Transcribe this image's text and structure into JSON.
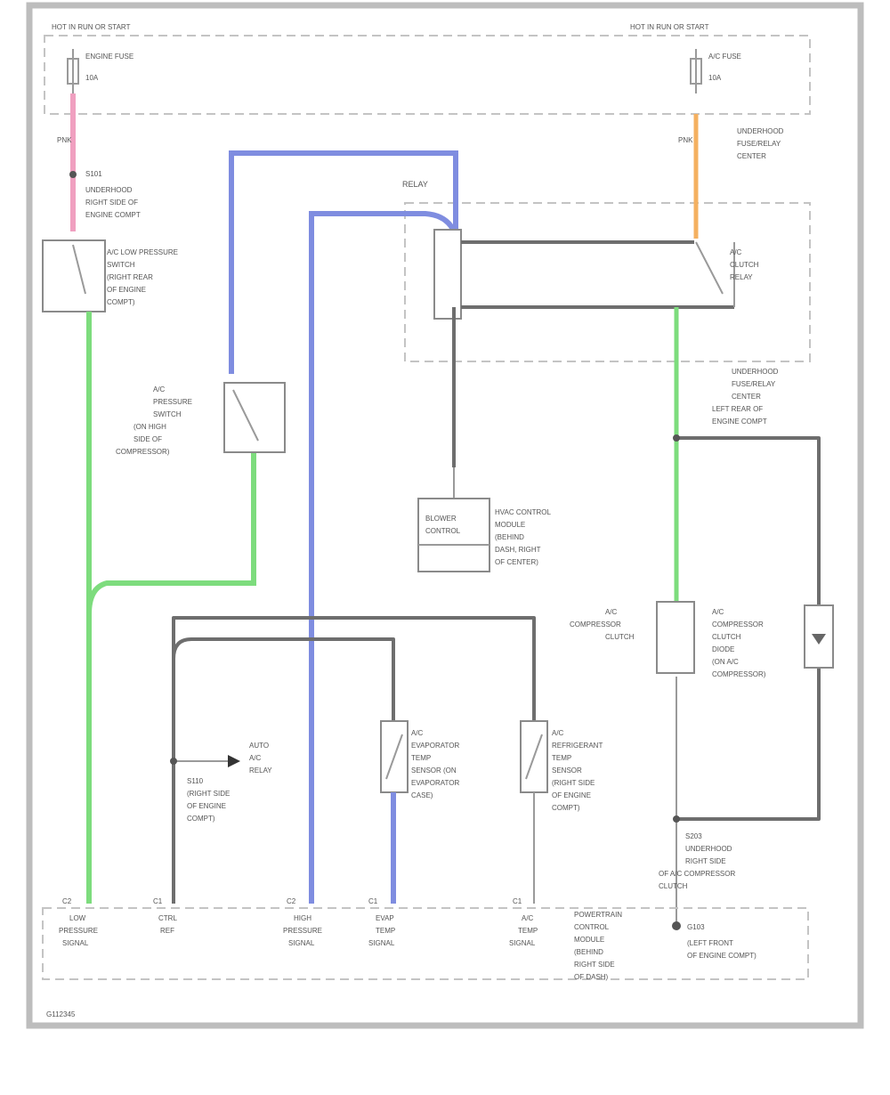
{
  "colors": {
    "frame": "#bdbdbd",
    "wire_gray": "#6e6e6e",
    "wire_green": "#7ddc7d",
    "wire_blue": "#7f8de0",
    "wire_pink": "#f0a0c0",
    "wire_orange": "#f4b060",
    "text": "#555555"
  },
  "header": {
    "left_box": "HOT IN RUN OR START",
    "right_box": "HOT IN RUN OR START"
  },
  "fuses": {
    "left": {
      "name": "ENGINE FUSE",
      "rating": "10A"
    },
    "right": {
      "name": "A/C FUSE",
      "rating": "10A"
    }
  },
  "wire_labels": {
    "pink": "PNK",
    "orange_top": "PNK",
    "orange_desc": [
      "UNDERHOOD",
      "FUSE/RELAY",
      "CENTER"
    ]
  },
  "splices": {
    "top_left": {
      "id": "S101",
      "desc": [
        "UNDERHOOD",
        "RIGHT SIDE OF",
        "ENGINE COMPT"
      ]
    },
    "top_right_desc": [
      "UNDERHOOD",
      "FUSE/RELAY",
      "CENTER",
      "LEFT REAR OF",
      "ENGINE COMPT"
    ]
  },
  "components": {
    "low_pressure_switch": [
      "A/C LOW PRESSURE",
      "SWITCH",
      "(RIGHT REAR",
      "OF ENGINE",
      "COMPT)"
    ],
    "high_pressure_switch": [
      "A/C",
      "PRESSURE",
      "SWITCH",
      "(ON HIGH",
      "SIDE OF",
      "COMPRESSOR)"
    ],
    "relay_label": "RELAY",
    "relay_right": [
      "A/C",
      "CLUTCH",
      "RELAY"
    ],
    "blower_control": [
      "BLOWER",
      "CONTROL"
    ],
    "blower_control_desc": [
      "HVAC CONTROL",
      "MODULE",
      "(BEHIND",
      "DASH, RIGHT",
      "OF CENTER)"
    ],
    "compressor_clutch": [
      "A/C",
      "COMPRESSOR",
      "CLUTCH"
    ],
    "clutch_diode": [
      "A/C",
      "COMPRESSOR",
      "CLUTCH",
      "DIODE",
      "(ON A/C",
      "COMPRESSOR)"
    ],
    "splice_s203": [
      "S203",
      "UNDERHOOD",
      "RIGHT SIDE",
      "OF A/C COMPRESSOR",
      "CLUTCH"
    ],
    "ground": [
      "G103",
      "(LEFT FRONT",
      "OF ENGINE COMPT)"
    ],
    "auto_relay": [
      "AUTO",
      "A/C",
      "RELAY"
    ],
    "s110": [
      "S110",
      "(RIGHT SIDE",
      "OF ENGINE",
      "COMPT)"
    ],
    "evap_sensor": [
      "A/C",
      "EVAPORATOR",
      "TEMP",
      "SENSOR (ON",
      "EVAPORATOR",
      "CASE)"
    ],
    "ambient_sensor": [
      "A/C",
      "REFRIGERANT",
      "TEMP",
      "SENSOR",
      "(RIGHT SIDE",
      "OF ENGINE",
      "COMPT)"
    ]
  },
  "pins": {
    "pin1": {
      "num": "C2",
      "name": [
        "LOW",
        "PRESSURE",
        "SIGNAL"
      ]
    },
    "pin2": {
      "num": "C1",
      "name": [
        "CTRL",
        "REF"
      ]
    },
    "pin3": {
      "num": "C2",
      "name": [
        "HIGH",
        "PRESSURE",
        "SIGNAL"
      ]
    },
    "pin4": {
      "num": "C1",
      "name": [
        "EVAP",
        "TEMP",
        "SIGNAL"
      ]
    },
    "pin5": {
      "num": "C1",
      "name": [
        "A/C",
        "TEMP",
        "SIGNAL"
      ]
    }
  },
  "module_label": [
    "POWERTRAIN",
    "CONTROL",
    "MODULE",
    "(BEHIND",
    "RIGHT SIDE",
    "OF DASH)"
  ],
  "footer_code": "G112345"
}
